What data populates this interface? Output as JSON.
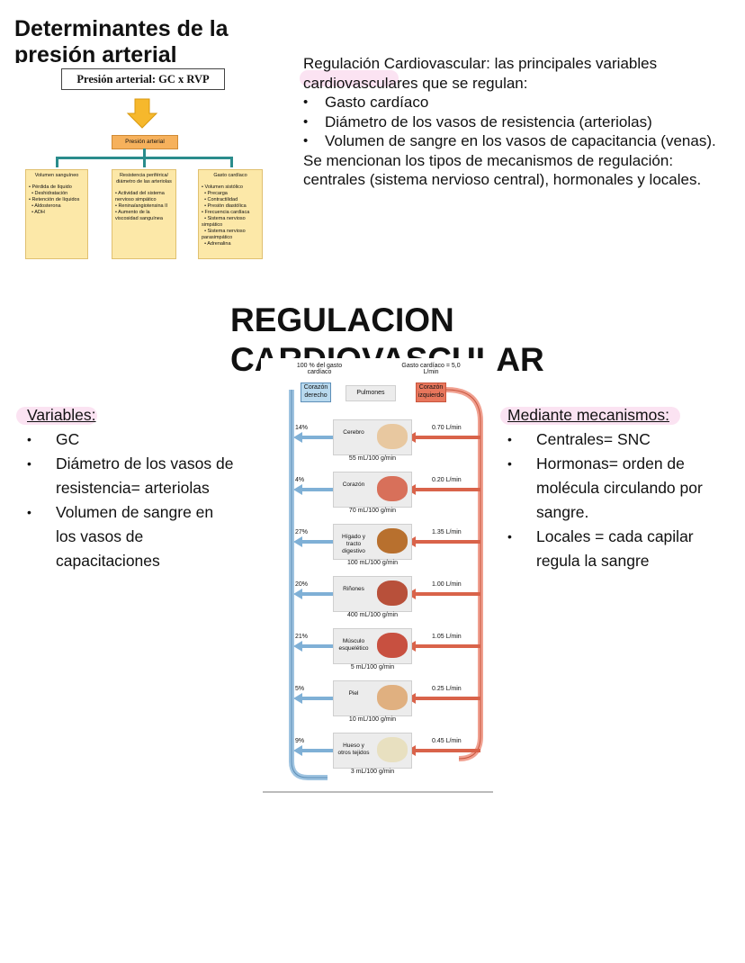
{
  "page": {
    "heading": "Determinantes de la presión arterial",
    "big_title": "REGULACION CARDIOVASCULAR"
  },
  "intro": {
    "lead": "Regulación Cardiovascular: las principales variables cardiovasculares que se regulan:",
    "items": [
      "Gasto cardíaco",
      "Diámetro de los vasos de resistencia (arteriolas)",
      "Volumen de sangre en los vasos de capacitancia (venas)."
    ],
    "closing": "Se mencionan los tipos de mecanismos de regulación: centrales (sistema nervioso central), hormonales y locales."
  },
  "variables": {
    "heading": "Variables:",
    "items": [
      "GC",
      "Diámetro de los vasos de resistencia= arteriolas",
      "Volumen de sangre en los vasos de capacitaciones"
    ]
  },
  "mecanismos": {
    "heading": "Mediante mecanismos:",
    "items": [
      "Centrales= SNC",
      "Hormonas= orden de molécula circulando por sangre.",
      "Locales = cada capilar regula la sangre"
    ]
  },
  "bp_diagram": {
    "formula": "Presión arterial: GC x RVP",
    "center": "Presión arterial",
    "boxes": [
      {
        "title": "Volumen sanguíneo",
        "items": [
          "• Pérdida de líquido",
          "  • Deshidratación",
          "• Retención de líquidos",
          "  • Aldosterona",
          "  • ADH"
        ]
      },
      {
        "title": "Resistencia periférica/ diámetro de las arteriolas",
        "items": [
          "• Actividad del sistema nervioso simpático",
          "• Renina/angiotensina II",
          "• Aumento de la viscosidad sanguínea"
        ]
      },
      {
        "title": "Gasto cardíaco",
        "items": [
          "• Volumen sistólico",
          "  • Precarga",
          "  • Contractilidad",
          "  • Presión diastólica",
          "• Frecuencia cardíaca",
          "  • Sistema nervioso simpático",
          "  • Sistema nervioso parasimpático",
          "  • Adrenalina"
        ]
      }
    ]
  },
  "circulation": {
    "top_left": "100 % del gasto cardíaco",
    "top_right": "Gasto cardíaco = 5,0 L/min",
    "right_heart": "Corazón derecho",
    "left_heart": "Corazón izquierdo",
    "lungs": "Pulmones",
    "organs": [
      {
        "name": "Cerebro",
        "pct": "14%",
        "flow": "0.70 L/min",
        "perfusion": "55 mL/100 g/min"
      },
      {
        "name": "Corazón",
        "pct": "4%",
        "flow": "0.20 L/min",
        "perfusion": "70 mL/100 g/min"
      },
      {
        "name": "Hígado y tracto digestivo",
        "pct": "27%",
        "flow": "1.35 L/min",
        "perfusion": "100 mL/100 g/min"
      },
      {
        "name": "Riñones",
        "pct": "20%",
        "flow": "1.00 L/min",
        "perfusion": "400 mL/100 g/min"
      },
      {
        "name": "Músculo esquelético",
        "pct": "21%",
        "flow": "1.05 L/min",
        "perfusion": "5 mL/100 g/min"
      },
      {
        "name": "Piel",
        "pct": "5%",
        "flow": "0.25 L/min",
        "perfusion": "10 mL/100 g/min"
      },
      {
        "name": "Hueso y otros tejidos",
        "pct": "9%",
        "flow": "0.45 L/min",
        "perfusion": "3 mL/100 g/min"
      }
    ]
  }
}
